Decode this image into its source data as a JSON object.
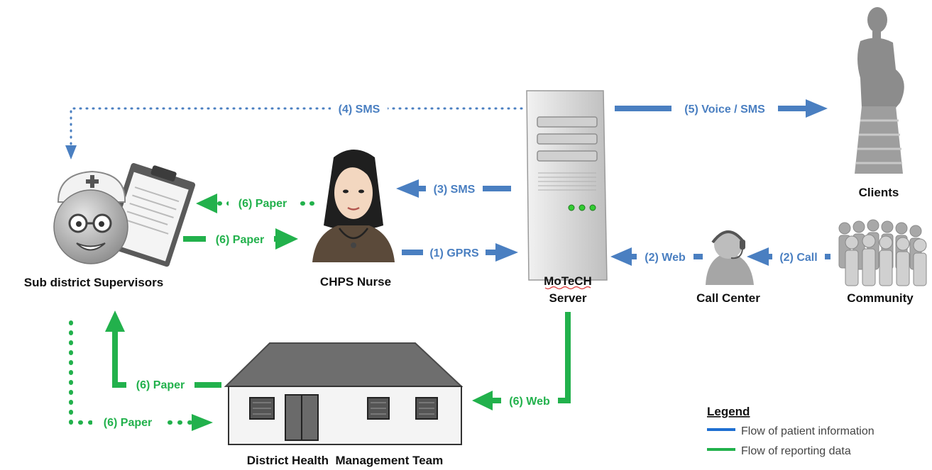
{
  "colors": {
    "patient_flow": "#4a7fc1",
    "reporting_flow": "#22b14c",
    "server_fill": "#d9d9d9",
    "roof": "#6e6e6e",
    "figure_gray": "#9a9a9a"
  },
  "nodes": {
    "supervisors": "Sub district Supervisors",
    "nurse": "CHPS Nurse",
    "server_line1": "MoTeCH",
    "server_line2": "Server",
    "clients": "Clients",
    "call_center": "Call Center",
    "community": "Community",
    "dhmt": "District Health  Management Team"
  },
  "edges": {
    "sms_to_supervisors": "(4) SMS",
    "voice_sms_clients": "(5) Voice / SMS",
    "sms_to_nurse": "(3) SMS",
    "gprs_to_server": "(1) GPRS",
    "web_from_callcenter": "(2) Web",
    "call_from_community": "(2) Call",
    "paper_nurse_to_supervisors": "(6) Paper",
    "paper_supervisors_to_nurse": "(6) Paper",
    "paper_dhmt_to_supervisors": "(6) Paper",
    "paper_supervisors_to_dhmt": "(6) Paper",
    "web_server_to_dhmt": "(6) Web"
  },
  "legend": {
    "title": "Legend",
    "patient_info": "Flow of patient information",
    "reporting_data": "Flow of reporting data"
  }
}
